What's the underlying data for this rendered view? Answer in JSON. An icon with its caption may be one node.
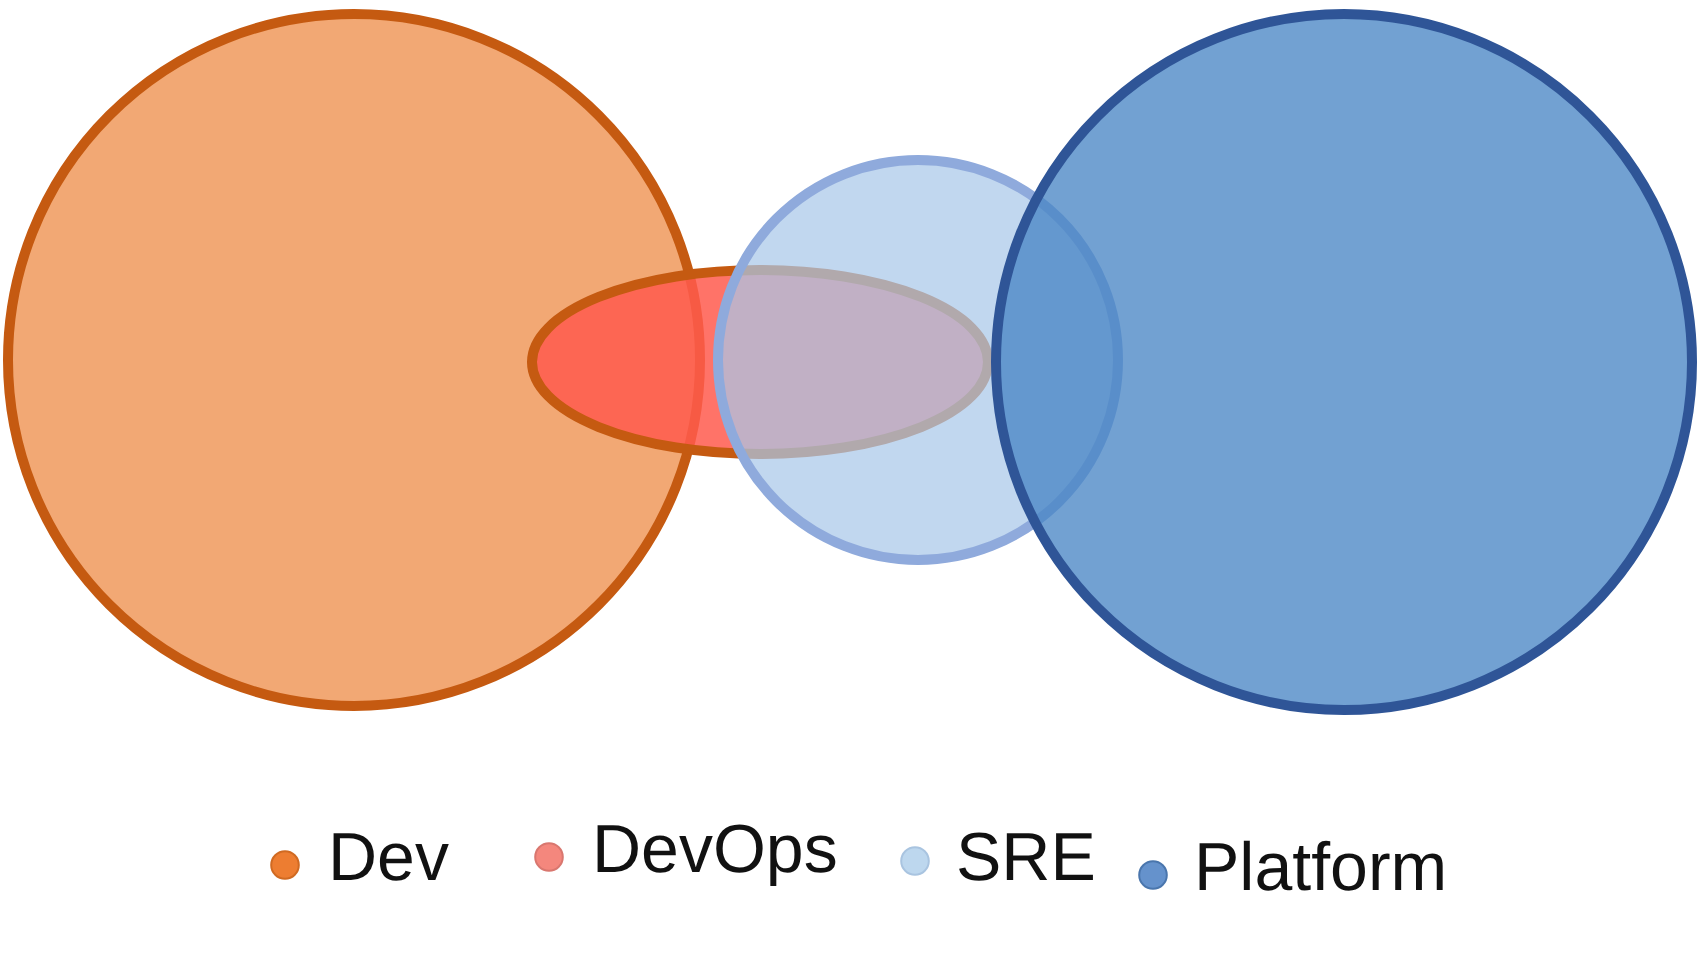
{
  "diagram": {
    "nodes": [
      {
        "text": [],
        "shape": "circle"
      },
      {
        "text": [],
        "shape": "ellipse"
      },
      {
        "text": [],
        "shape": "circle"
      },
      {
        "text": [],
        "shape": "circle"
      }
    ],
    "legend": [
      {
        "text": "Dev",
        "color": "#ed7d31"
      },
      {
        "text": "DevOps",
        "color": "#f4877d"
      },
      {
        "text": "SRE",
        "color": "#bdd7ee"
      },
      {
        "text": "Platform",
        "color": "#6592cc"
      }
    ]
  }
}
